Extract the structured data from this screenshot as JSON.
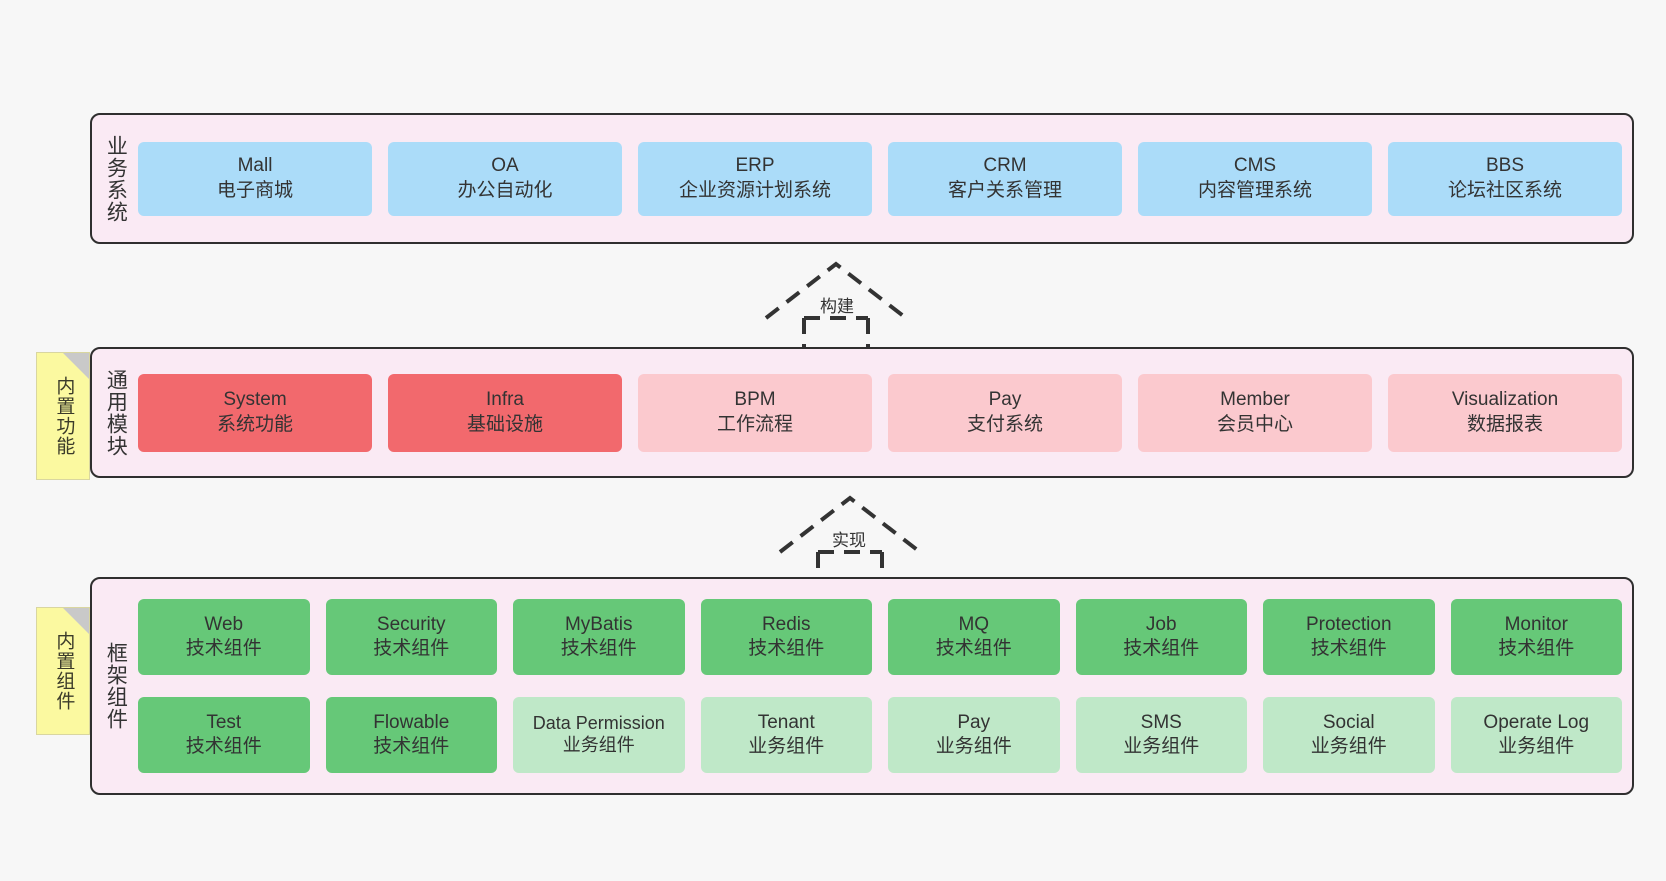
{
  "diagram": {
    "background": "#f7f7f7",
    "palette": {
      "panel": "#faeaf4",
      "border": "#2f2f2f",
      "blue": "#abdcf9",
      "red": "#f2696d",
      "pink": "#fbc9ce",
      "green": "#66c878",
      "light_green": "#bfe8c8",
      "note_yellow": "#fbf9a0"
    }
  },
  "layers": {
    "business": {
      "title": "业务系统",
      "nodes": [
        {
          "en": "Mall",
          "cn": "电子商城",
          "color": "blue"
        },
        {
          "en": "OA",
          "cn": "办公自动化",
          "color": "blue"
        },
        {
          "en": "ERP",
          "cn": "企业资源计划系统",
          "color": "blue"
        },
        {
          "en": "CRM",
          "cn": "客户关系管理",
          "color": "blue"
        },
        {
          "en": "CMS",
          "cn": "内容管理系统",
          "color": "blue"
        },
        {
          "en": "BBS",
          "cn": "论坛社区系统",
          "color": "blue"
        }
      ]
    },
    "common": {
      "title": "通用模块",
      "note": "内置功能",
      "nodes": [
        {
          "en": "System",
          "cn": "系统功能",
          "color": "red"
        },
        {
          "en": "Infra",
          "cn": "基础设施",
          "color": "red"
        },
        {
          "en": "BPM",
          "cn": "工作流程",
          "color": "pink"
        },
        {
          "en": "Pay",
          "cn": "支付系统",
          "color": "pink"
        },
        {
          "en": "Member",
          "cn": "会员中心",
          "color": "pink"
        },
        {
          "en": "Visualization",
          "cn": "数据报表",
          "color": "pink"
        }
      ]
    },
    "framework": {
      "title": "框架组件",
      "note": "内置组件",
      "row1": [
        {
          "en": "Web",
          "cn": "技术组件",
          "color": "green"
        },
        {
          "en": "Security",
          "cn": "技术组件",
          "color": "green"
        },
        {
          "en": "MyBatis",
          "cn": "技术组件",
          "color": "green"
        },
        {
          "en": "Redis",
          "cn": "技术组件",
          "color": "green"
        },
        {
          "en": "MQ",
          "cn": "技术组件",
          "color": "green"
        },
        {
          "en": "Job",
          "cn": "技术组件",
          "color": "green"
        },
        {
          "en": "Protection",
          "cn": "技术组件",
          "color": "green"
        },
        {
          "en": "Monitor",
          "cn": "技术组件",
          "color": "green"
        }
      ],
      "row2": [
        {
          "en": "Test",
          "cn": "技术组件",
          "color": "green"
        },
        {
          "en": "Flowable",
          "cn": "技术组件",
          "color": "green"
        },
        {
          "en": "Data Permission",
          "cn": "业务组件",
          "color": "light_green"
        },
        {
          "en": "Tenant",
          "cn": "业务组件",
          "color": "light_green"
        },
        {
          "en": "Pay",
          "cn": "业务组件",
          "color": "light_green"
        },
        {
          "en": "SMS",
          "cn": "业务组件",
          "color": "light_green"
        },
        {
          "en": "Social",
          "cn": "业务组件",
          "color": "light_green"
        },
        {
          "en": "Operate Log",
          "cn": "业务组件",
          "color": "light_green"
        }
      ]
    }
  },
  "connectors": {
    "build": {
      "label": "构建",
      "style": "dashed-generalization-up"
    },
    "implement": {
      "label": "实现",
      "style": "dashed-generalization-up"
    }
  }
}
